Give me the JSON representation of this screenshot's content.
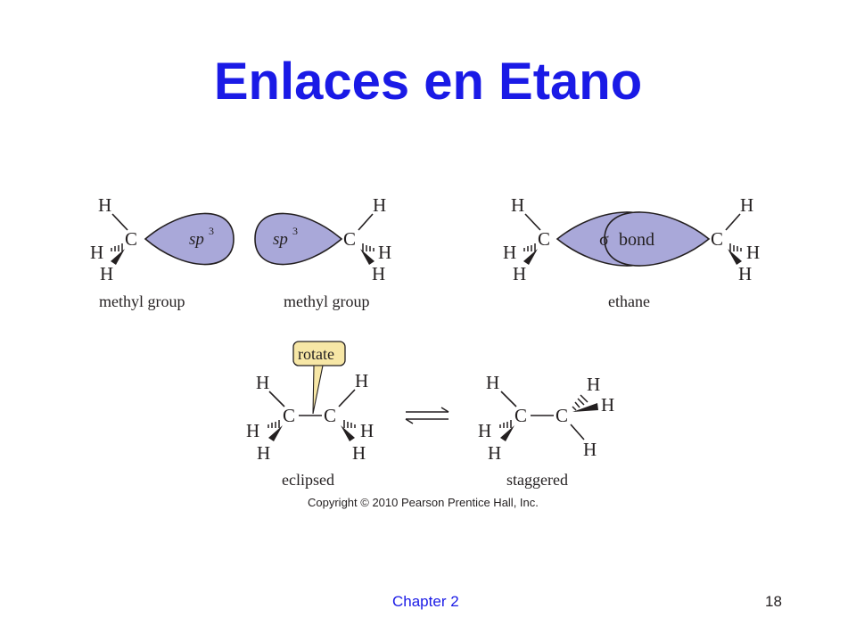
{
  "slide": {
    "title": "Enlaces en Etano",
    "chapter": "Chapter 2",
    "page_number": "18"
  },
  "colors": {
    "title": "#1a1ae6",
    "orbital_fill": "#a9a8d9",
    "ink": "#231f20",
    "callout_fill": "#f7e7a6"
  },
  "atoms": {
    "carbon": "C",
    "hydrogen": "H"
  },
  "labels": {
    "methyl_group_1": "methyl group",
    "methyl_group_2": "methyl group",
    "ethane": "ethane",
    "eclipsed": "eclipsed",
    "staggered": "staggered",
    "rotate": "rotate",
    "sigma": "σ",
    "bond": "bond",
    "sp": "sp",
    "sp_exponent": "3",
    "copyright": "Copyright © 2010 Pearson Prentice Hall, Inc."
  }
}
